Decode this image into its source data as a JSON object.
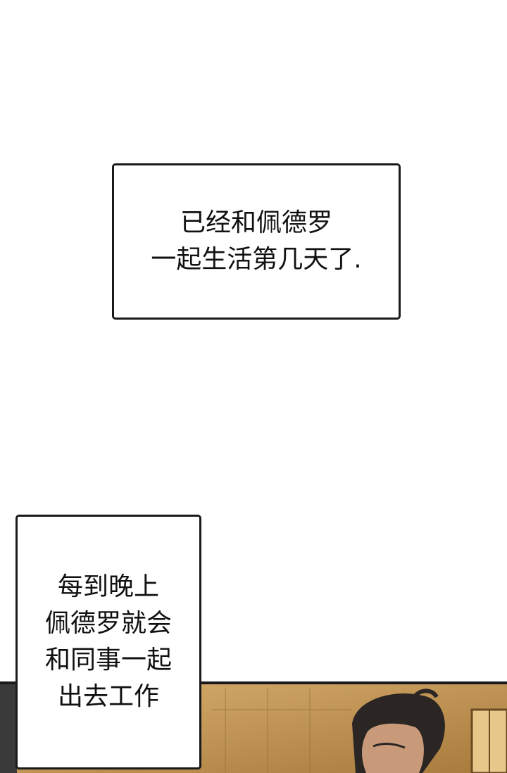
{
  "captions": {
    "top": {
      "lines": [
        "已经和佩德罗",
        "一起生活第几天了."
      ]
    },
    "left": {
      "lines": [
        "每到晚上",
        "佩德罗就会",
        "和同事一起",
        "出去工作"
      ]
    }
  },
  "colors": {
    "page_background": "#ffffff",
    "panel_border": "#1a1a1a",
    "room_wall": "#b88a4a",
    "room_wall_light": "#d9b070",
    "hair": "#2b2624",
    "skin": "#c99a7a"
  }
}
